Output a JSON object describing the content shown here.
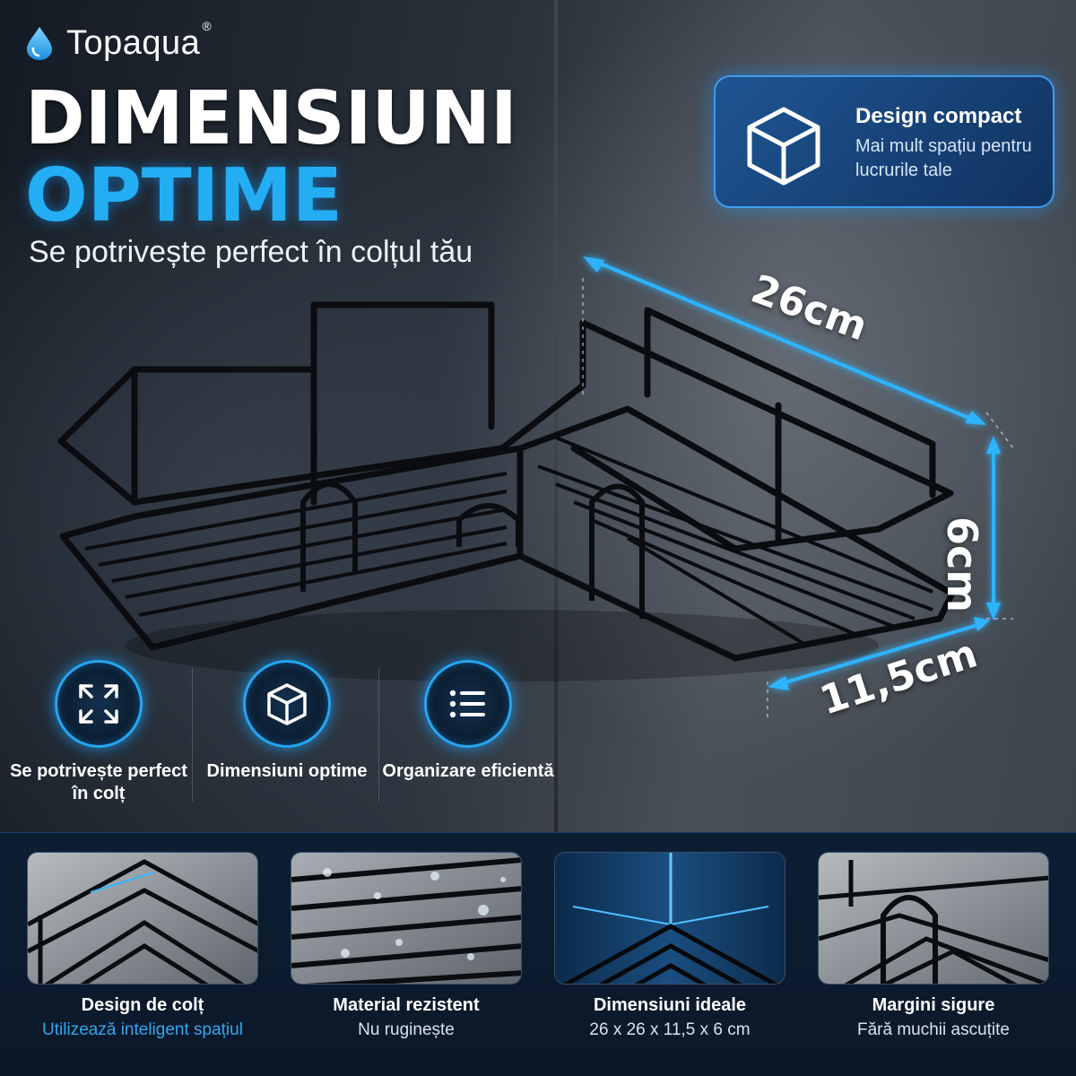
{
  "brand": {
    "name": "Topaqua",
    "reg": "®"
  },
  "headline": {
    "line1": "DIMENSIUNI",
    "line2": "OPTIME"
  },
  "subline": "Se potrivește perfect în colțul tău",
  "badge": {
    "title": "Design compact",
    "desc": "Mai mult spațiu pentru lucrurile tale",
    "icon": "cube-icon"
  },
  "dimensions": {
    "length": "26cm",
    "height": "6cm",
    "depth": "11,5cm"
  },
  "features": [
    {
      "label": "Se potrivește perfect în colț",
      "icon": "expand-corners-icon"
    },
    {
      "label": "Dimensiuni optime",
      "icon": "cube-icon"
    },
    {
      "label": "Organizare eficientă",
      "icon": "list-icon"
    }
  ],
  "cards": [
    {
      "title": "Design de colț",
      "subtitle": "Utilizează inteligent spațiul"
    },
    {
      "title": "Material rezistent",
      "subtitle": "Nu ruginește"
    },
    {
      "title": "Dimensiuni ideale",
      "subtitle": "26 x 26 x 11,5 x 6 cm"
    },
    {
      "title": "Margini sigure",
      "subtitle": "Fără muchii ascuțite"
    }
  ],
  "colors": {
    "accent": "#23aef3",
    "band": "#0d1e33"
  }
}
